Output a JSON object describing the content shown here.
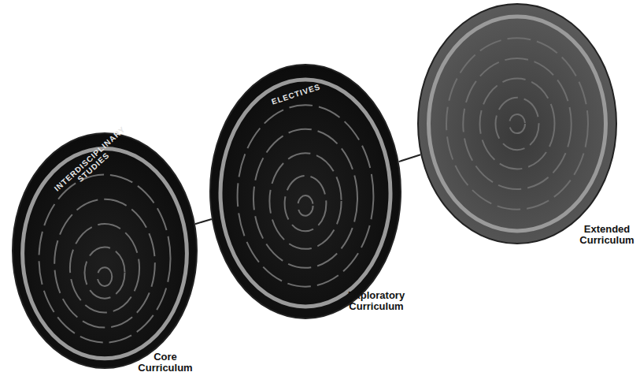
{
  "diagram": {
    "nodes": [
      {
        "text": [
          "Core Curriculum"
        ]
      },
      {
        "text": [
          "Exploratory Curriculum"
        ]
      },
      {
        "text": [
          "Extended Curriculum"
        ]
      }
    ],
    "edges": [
      {
        "from": 0,
        "to": 1,
        "arrow": "none"
      },
      {
        "from": 1,
        "to": 2,
        "arrow": "none"
      }
    ],
    "labels": [
      "INTERDISCIPLINARY STUDIES",
      "ELECTIVES"
    ]
  }
}
